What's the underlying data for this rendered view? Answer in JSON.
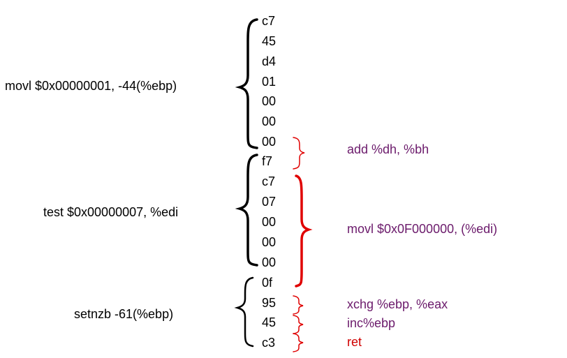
{
  "bytes": [
    "c7",
    "45",
    "d4",
    "01",
    "00",
    "00",
    "00",
    "f7",
    "c7",
    "07",
    "00",
    "00",
    "00",
    "0f",
    "95",
    "45",
    "c3"
  ],
  "original_instructions": {
    "movl": "movl $0x00000001, -44(%ebp)",
    "test": "test $0x00000007, %edi",
    "setnzb": "setnzb -61(%ebp)"
  },
  "misaligned_instructions": {
    "add": "add %dh, %bh",
    "movl": "movl $0x0F000000, (%edi)",
    "xchg": "xchg %ebp, %eax",
    "inc": "inc%ebp",
    "ret": "ret"
  },
  "colors": {
    "text": "#000000",
    "misaligned_text": "#6b1a6b",
    "ret_text": "#d00000",
    "black_brace": "#000000",
    "red_brace": "#e00000"
  }
}
